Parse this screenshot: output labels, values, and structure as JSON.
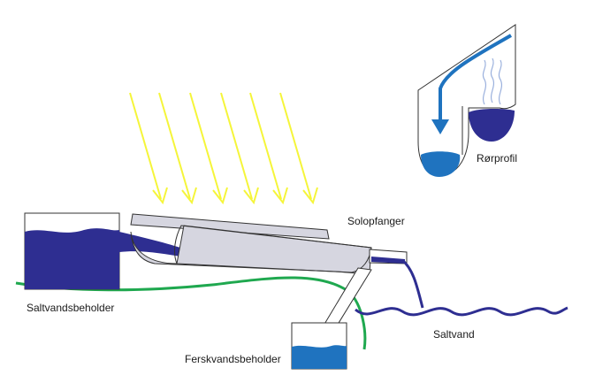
{
  "labels": {
    "saltwater_tank": "Saltvandsbeholder",
    "solar_collector": "Solopfanger",
    "freshwater_tank": "Ferskvandsbeholder",
    "saltwater": "Saltvand",
    "tube_profile": "Rørprofil"
  },
  "colors": {
    "sun_rays": "#f5f53a",
    "sun_ray_outline": "#c9c92a",
    "salt_water_fill": "#2e2e91",
    "fresh_water_fill": "#1f73bf",
    "profile_water_fill": "#1f73bf",
    "profile_salt_fill": "#2e2e91",
    "pipe_green": "#1fa84f",
    "collector_fill": "#d6d6e0",
    "outline": "#333333",
    "flow_arrow": "#1f73bf",
    "vapor_lines": "#9ab0dd"
  },
  "icons": {
    "sun_rays": "sun-rays-icon",
    "flow_arrow": "arrow-down-icon",
    "vapor": "vapor-icon"
  }
}
